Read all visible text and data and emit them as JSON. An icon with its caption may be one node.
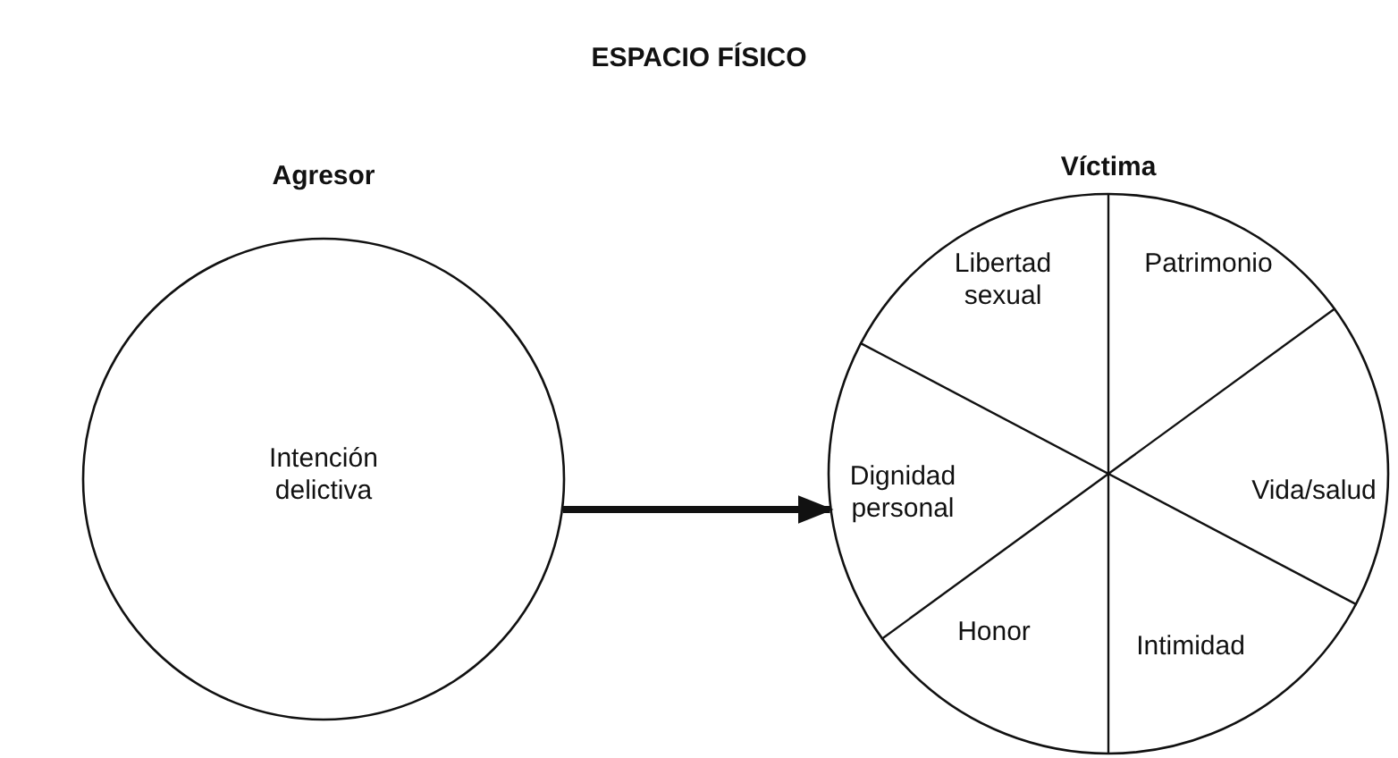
{
  "diagram": {
    "title": "ESPACIO FÍSICO",
    "nodes": [
      {
        "text": [
          "Agresor",
          "Intención delictiva"
        ]
      },
      {
        "text": [
          "Víctima"
        ]
      },
      {
        "text": [
          "Libertad sexual"
        ],
        "in": 1
      },
      {
        "text": [
          "Patrimonio"
        ],
        "in": 1
      },
      {
        "text": [
          "Dignidad personal"
        ],
        "in": 1
      },
      {
        "text": [
          "Vida/salud"
        ],
        "in": 1
      },
      {
        "text": [
          "Honor"
        ],
        "in": 1
      },
      {
        "text": [
          "Intimidad"
        ],
        "in": 1
      }
    ],
    "edges": [
      {
        "from": 0,
        "to": 1,
        "arrow": "to"
      }
    ]
  }
}
